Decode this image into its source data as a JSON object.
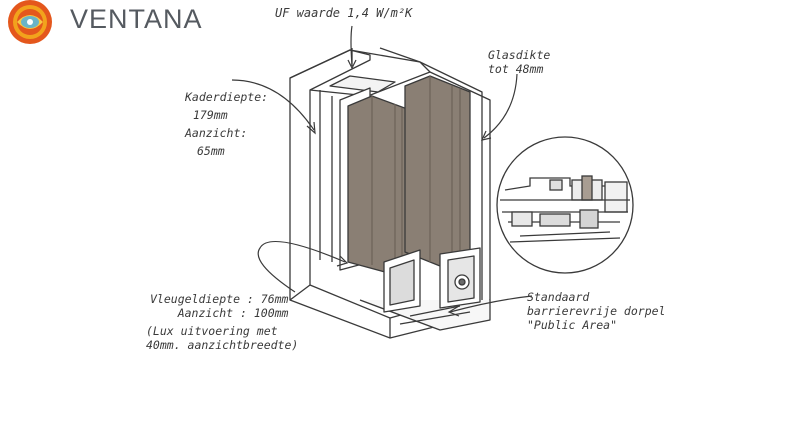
{
  "brand": {
    "name": "VENTANA",
    "logo_icon": "sun-mandala-icon",
    "colors": {
      "outer": "#e4571c",
      "ring": "#f2a31c",
      "inner": "#6ab4c8",
      "text": "#555a60"
    }
  },
  "labels": {
    "uf_value": "UF waarde 1,4 W/m²K",
    "glass_line1": "Glasdikte",
    "glass_line2": "tot  48mm",
    "frame_depth_label": "Kaderdiepte:",
    "frame_depth_value": "179mm",
    "frame_view_label": "Aanzicht:",
    "frame_view_value": "65mm",
    "sash_line1": "Vleugeldiepte : 76mm",
    "sash_line2": "Aanzicht : 100mm",
    "sash_line3": "(Lux uitvoering met",
    "sash_line4": "40mm. aanzichtbreedte)",
    "sill_line1": "Standaard",
    "sill_line2": "barrierevrije dorpel",
    "sill_line3": "\"Public Area\""
  },
  "detail": {
    "icon": "sill-profile-detail-icon"
  },
  "colors": {
    "ink": "#3a3a3a",
    "glass": "#8a7f74",
    "glass_light": "#a89d92"
  }
}
